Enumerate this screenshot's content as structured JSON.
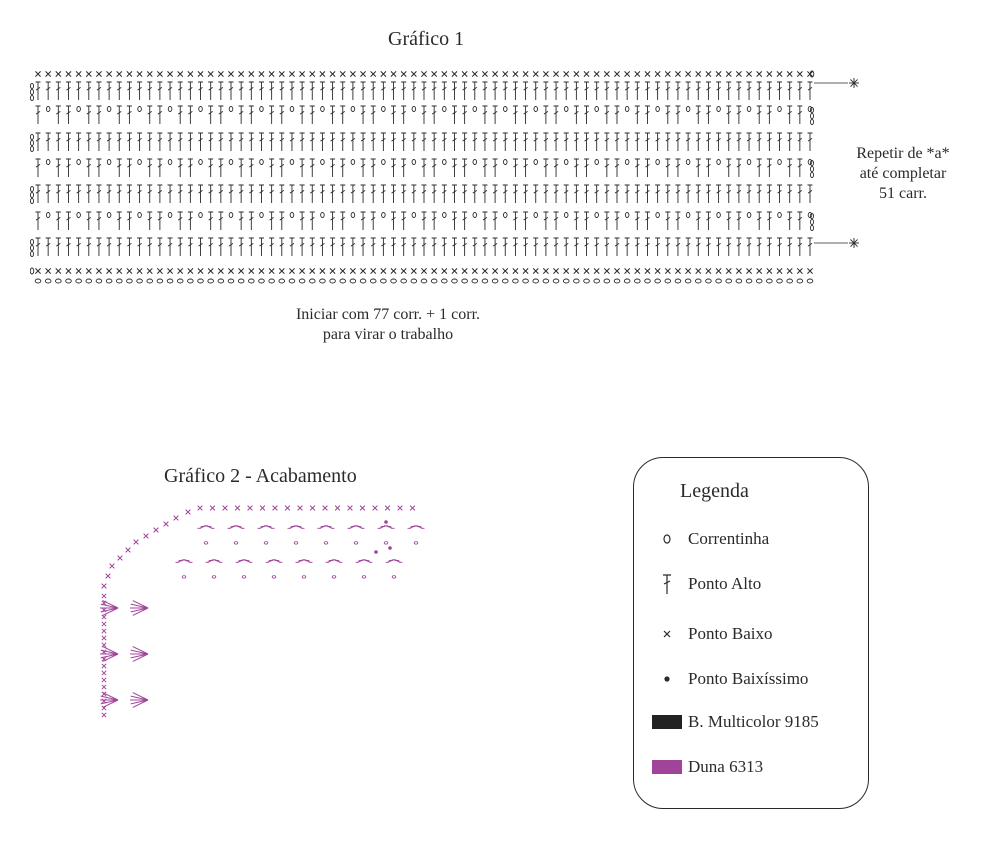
{
  "chart1": {
    "title": "Gráfico 1",
    "repeat_note": [
      "Repetir de *a*",
      "até completar",
      "51 carr."
    ],
    "start_note": [
      "Iniciar com 77 corr. + 1 corr.",
      "para virar o trabalho"
    ]
  },
  "chart2": {
    "title": "Gráfico 2 - Acabamento"
  },
  "legend": {
    "title": "Legenda",
    "items": [
      {
        "label": "Correntinha",
        "icon": "chain-stitch-icon"
      },
      {
        "label": "Ponto Alto",
        "icon": "double-crochet-icon"
      },
      {
        "label": "Ponto Baixo",
        "icon": "single-crochet-icon"
      },
      {
        "label": "Ponto Baixíssimo",
        "icon": "slip-stitch-icon"
      },
      {
        "label": "B. Multicolor 9185",
        "icon": "color-swatch",
        "color": "#222222"
      },
      {
        "label": "Duna 6313",
        "icon": "color-swatch",
        "color": "#a0449a"
      }
    ]
  },
  "colors": {
    "main": "#2a2a2a",
    "accent": "#a0449a"
  }
}
